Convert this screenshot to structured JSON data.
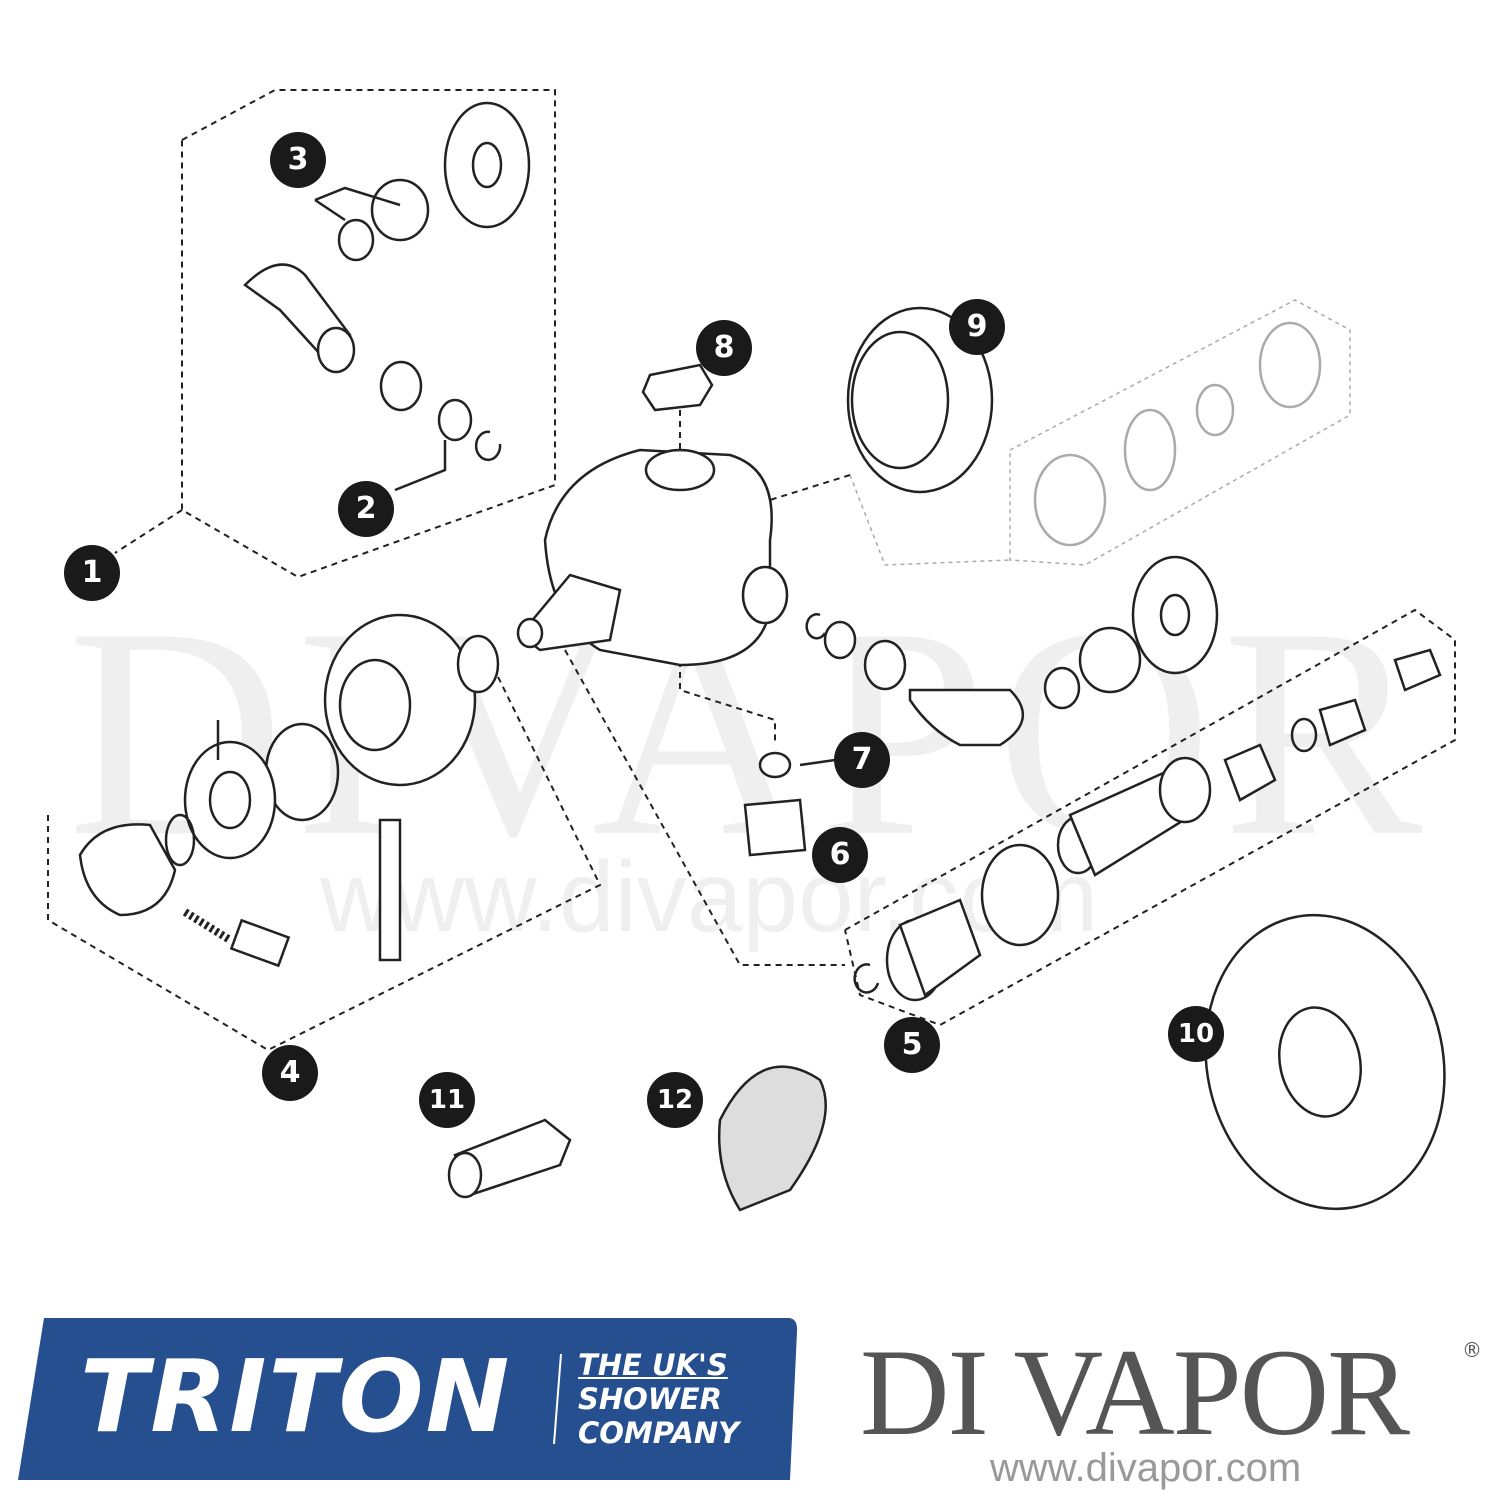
{
  "watermark": {
    "brand": "DIVAPOR",
    "url": "www.divapor.com"
  },
  "callouts": [
    "1",
    "2",
    "3",
    "4",
    "5",
    "6",
    "7",
    "8",
    "9",
    "10",
    "11",
    "12"
  ],
  "logos": {
    "triton": {
      "name": "TRITON",
      "tagline_1": "THE UK'S",
      "tagline_2": "SHOWER",
      "tagline_3": "COMPANY",
      "color": "#264f8f"
    },
    "divapor": {
      "name": "DI VAPOR",
      "registered": "®",
      "url": "www.divapor.com",
      "color": "#555555"
    }
  }
}
